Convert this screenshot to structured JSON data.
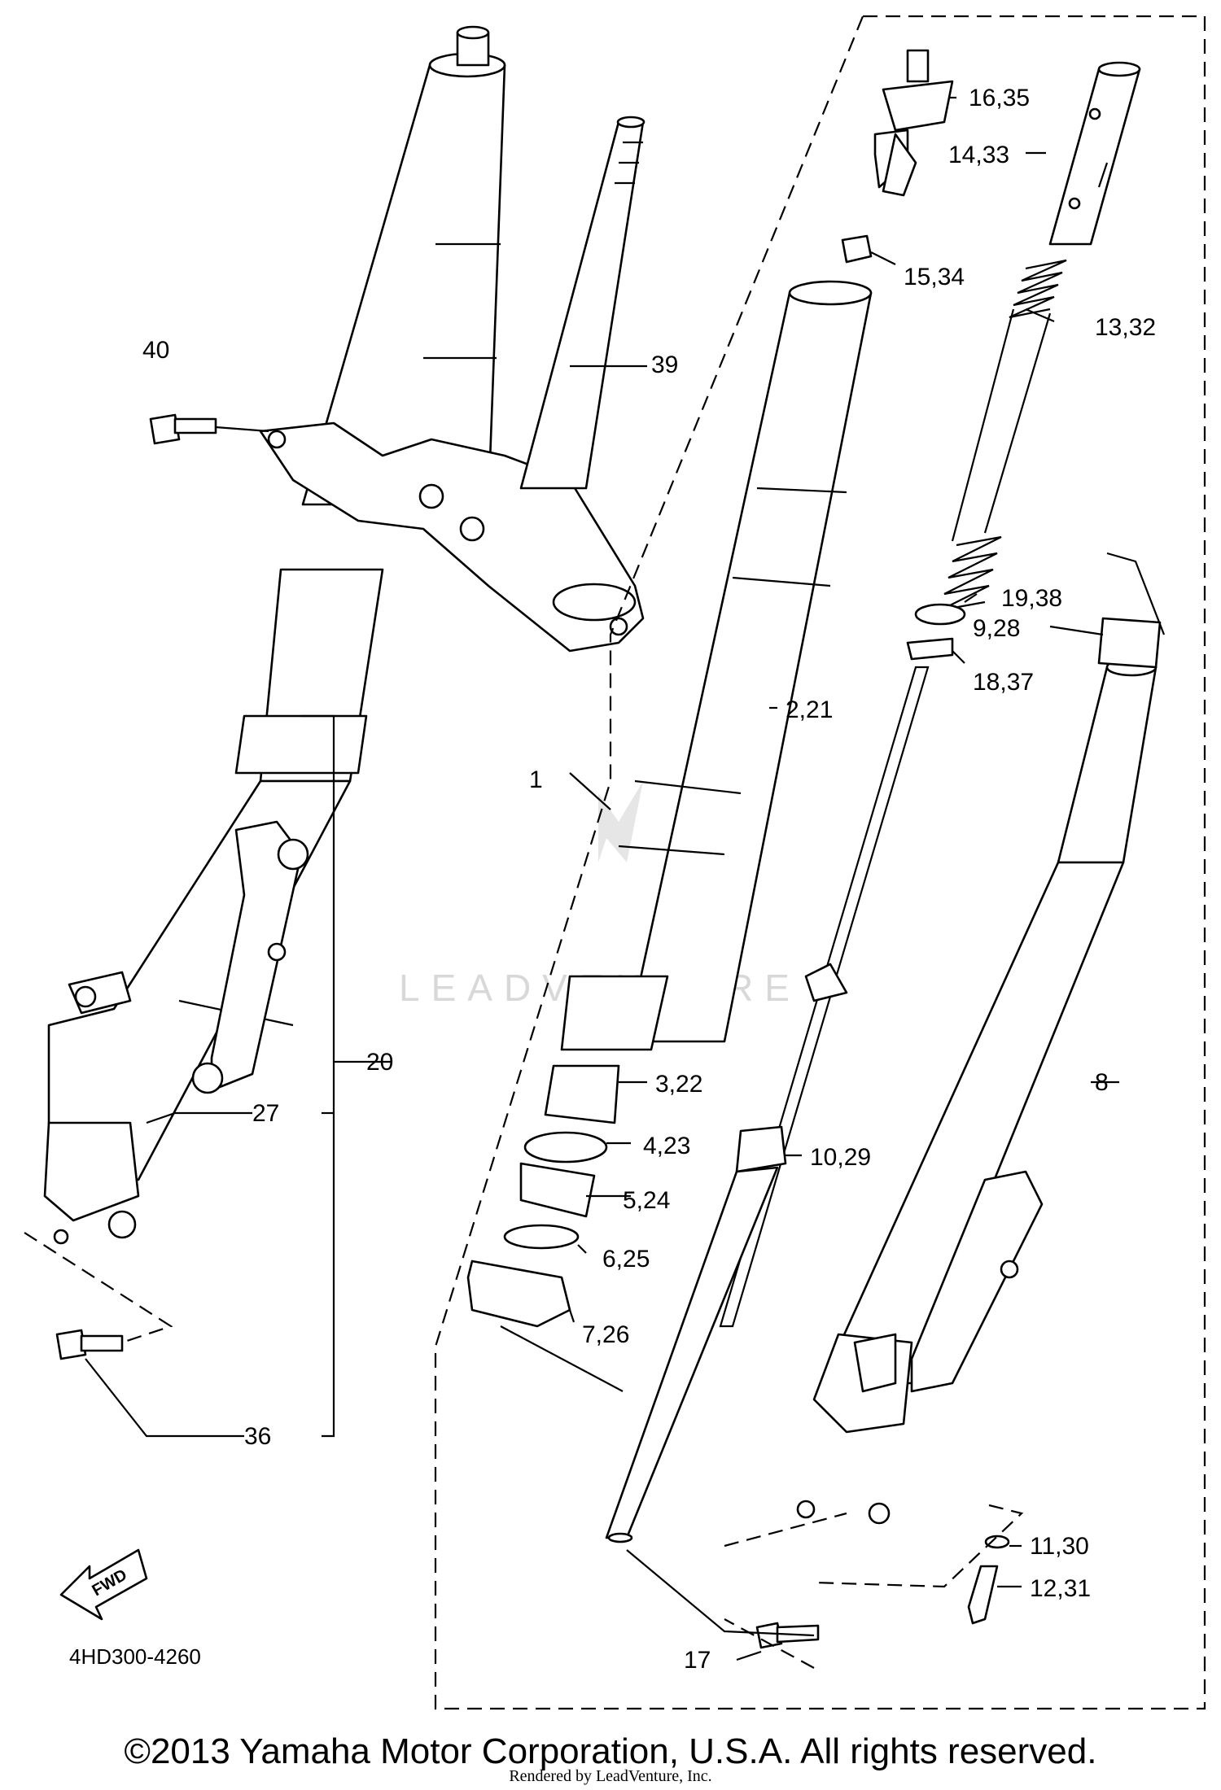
{
  "diagram": {
    "callouts": {
      "p40": "40",
      "p39": "39",
      "p20": "20",
      "p27": "27",
      "p36": "36",
      "p16_35": "16,35",
      "p14_33": "14,33",
      "p15_34": "15,34",
      "p13_32": "13,32",
      "p19_38": "19,38",
      "p9_28": "9,28",
      "p18_37": "18,37",
      "p2_21": "2,21",
      "p1": "1",
      "p3_22": "3,22",
      "p4_23": "4,23",
      "p5_24": "5,24",
      "p6_25": "6,25",
      "p7_26": "7,26",
      "p10_29": "10,29",
      "p8": "8",
      "p11_30": "11,30",
      "p12_31": "12,31",
      "p17": "17"
    },
    "fwd_label": "FWD",
    "diagram_code": "4HD300-4260",
    "watermark": "LEADVENTURE"
  },
  "footer": {
    "copyright": "©2013 Yamaha Motor Corporation, U.S.A. All rights reserved.",
    "rendered_by": "Rendered by LeadVenture, Inc."
  }
}
